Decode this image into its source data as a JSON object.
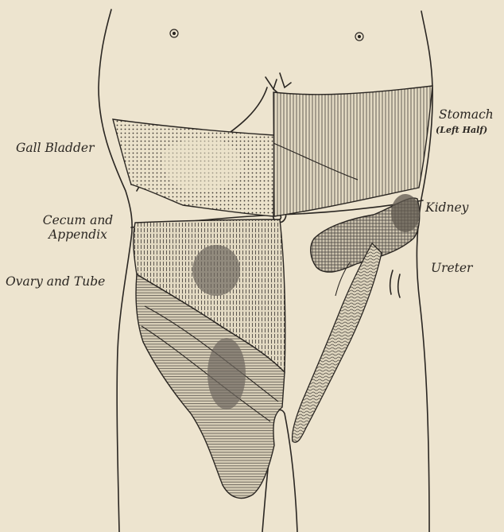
{
  "labels": {
    "gall_bladder": "Gall Bladder",
    "stomach": "Stomach",
    "stomach_note": "(Left Half)",
    "kidney": "Kidney",
    "cecum_line1": "Cecum and",
    "cecum_line2": "Appendix",
    "ovary": "Ovary and Tube",
    "ureter": "Ureter"
  },
  "colors": {
    "paper": "#ede4cf",
    "ink": "#2a2622",
    "region_fill": "#d2c9b4",
    "dark_zone": "#8f877a"
  },
  "regions": [
    {
      "name": "gall-bladder",
      "pattern": "dotted"
    },
    {
      "name": "stomach",
      "pattern": "vertical-lines"
    },
    {
      "name": "kidney",
      "pattern": "crosshatch"
    },
    {
      "name": "cecum-appendix",
      "pattern": "vertical-dashes"
    },
    {
      "name": "ovary-tube",
      "pattern": "horizontal-lines"
    },
    {
      "name": "ureter",
      "pattern": "wavy-lines"
    }
  ]
}
